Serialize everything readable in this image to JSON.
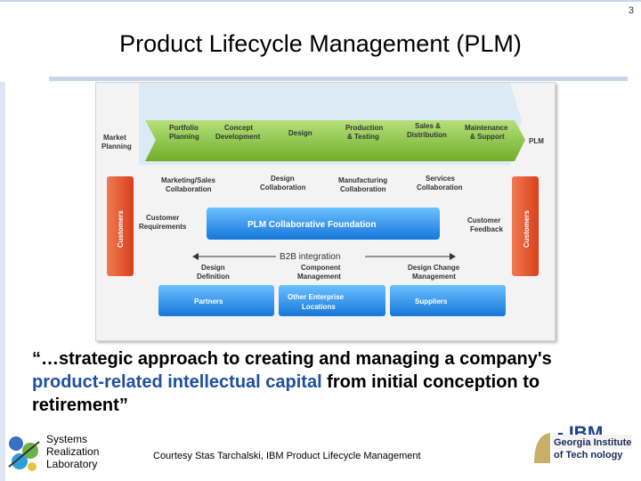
{
  "page_number": "3",
  "title": "Product Lifecycle Management (PLM)",
  "diagram": {
    "chevrons": [
      {
        "line1": "Market",
        "line2": "Planning"
      },
      {
        "line1": "Portfolio",
        "line2": "Planning"
      },
      {
        "line1": "Concept",
        "line2": "Development"
      },
      {
        "line1": "Design",
        "line2": ""
      },
      {
        "line1": "Production",
        "line2": "& Testing"
      },
      {
        "line1": "Sales &",
        "line2": "Distribution"
      },
      {
        "line1": "Maintenance",
        "line2": "& Support"
      }
    ],
    "plm_label": "PLM",
    "collaboration": [
      {
        "line1": "Marketing/Sales",
        "line2": "Collaboration"
      },
      {
        "line1": "Design",
        "line2": "Collaboration"
      },
      {
        "line1": "Manufacturing",
        "line2": "Collaboration"
      },
      {
        "line1": "Services",
        "line2": "Collaboration"
      }
    ],
    "customers_left": "Customers",
    "customers_right": "Customers",
    "customer_requirements": {
      "line1": "Customer",
      "line2": "Requirements"
    },
    "customer_feedback": {
      "line1": "Customer",
      "line2": "Feedback"
    },
    "foundation": "PLM Collaborative Foundation",
    "b2b": "B2B integration",
    "management": [
      {
        "line1": "Design",
        "line2": "Definition"
      },
      {
        "line1": "Component",
        "line2": "Management"
      },
      {
        "line1": "Design Change",
        "line2": "Management"
      }
    ],
    "bottom": [
      {
        "line1": "Partners",
        "line2": ""
      },
      {
        "line1": "Other Enterprise",
        "line2": "Locations"
      },
      {
        "line1": "Suppliers",
        "line2": ""
      }
    ],
    "colors": {
      "chevron": "#8dc63f",
      "foundation": "#1e90e6",
      "customers": "#e8502a",
      "bottom": "#2a7ee0"
    }
  },
  "quote": {
    "part1": "“…strategic approach to creating and managing a company's ",
    "highlight": "product-related intellectual capital",
    "part2": " from initial conception to retirement”"
  },
  "attribution": "- IBM",
  "lab": {
    "line1": "Systems",
    "line2": "Realization",
    "line3": "Laboratory"
  },
  "courtesy": "Courtesy Stas Tarchalski, IBM Product Lifecycle Management",
  "gt_logo": {
    "line1": "Georgia Institute",
    "line2": "of Tech nology"
  }
}
